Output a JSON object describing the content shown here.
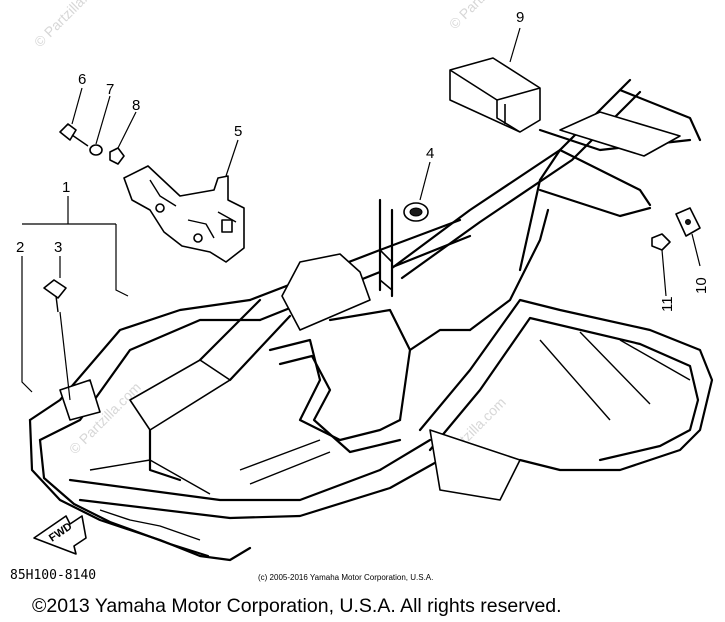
{
  "callouts": {
    "c1": "1",
    "c2": "2",
    "c3": "3",
    "c4": "4",
    "c5": "5",
    "c6": "6",
    "c7": "7",
    "c8": "8",
    "c9": "9",
    "c10": "10",
    "c11": "11"
  },
  "watermarks": {
    "corner_tl": "© Partzilla.com",
    "corner_tr": "© Partzilla.com",
    "mid_left": "© Partzilla.com",
    "mid_right": "© Partzilla.com"
  },
  "direction_arrow": {
    "label": "FWD"
  },
  "footer": {
    "part_code": "85H100-8140",
    "small_copyright": "(c) 2005-2016 Yamaha Motor Corporation, U.S.A.",
    "copyright": "©2013 Yamaha Motor Corporation, U.S.A. All rights reserved."
  },
  "colors": {
    "line": "#000000",
    "background": "#ffffff",
    "watermark": "#d7d7d7"
  }
}
